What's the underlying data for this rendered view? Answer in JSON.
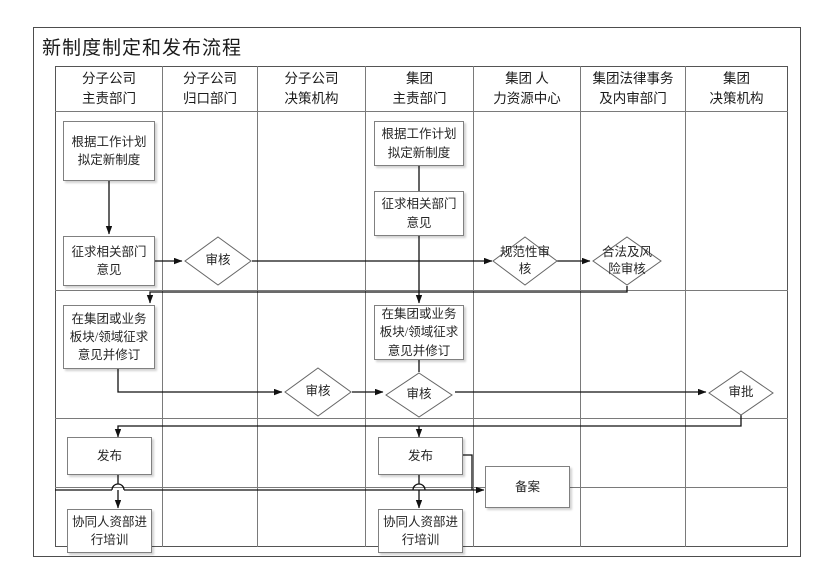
{
  "title": "新制度制定和发布流程",
  "columns": [
    {
      "id": "sub-responsible",
      "lines": [
        "分子公司",
        "主责部门"
      ]
    },
    {
      "id": "sub-centralized",
      "lines": [
        "分子公司",
        "归口部门"
      ]
    },
    {
      "id": "sub-decision",
      "lines": [
        "分子公司",
        "决策机构"
      ]
    },
    {
      "id": "group-responsible",
      "lines": [
        "集团",
        "主责部门"
      ]
    },
    {
      "id": "group-hr",
      "lines": [
        "集团 人",
        "力资源中心"
      ]
    },
    {
      "id": "group-legal-audit",
      "lines": [
        "集团法律事务",
        "及内审部门"
      ]
    },
    {
      "id": "group-decision",
      "lines": [
        "集团",
        "决策机构"
      ]
    }
  ],
  "nodes": {
    "c1_plan": {
      "type": "box",
      "label": "根据工作计划 拟定新制度"
    },
    "c1_solicit": {
      "type": "box",
      "label": "征求相关部门意见"
    },
    "c1_revise": {
      "type": "box",
      "label": "在集团或业务板块/领域征求意见并修订"
    },
    "c1_publish": {
      "type": "box",
      "label": "发布"
    },
    "c1_train": {
      "type": "box",
      "label": "协同人资部进行培训"
    },
    "c2_review": {
      "type": "diamond",
      "label": "审核"
    },
    "c3_review": {
      "type": "diamond",
      "label": "审核"
    },
    "c4_plan": {
      "type": "box",
      "label": "根据工作计划拟定新制度"
    },
    "c4_solicit": {
      "type": "box",
      "label": "征求相关部门意见"
    },
    "c4_revise": {
      "type": "box",
      "label": "在集团或业务板块/领域征求意见并修订"
    },
    "c4_review": {
      "type": "diamond",
      "label": "审核"
    },
    "c4_publish": {
      "type": "box",
      "label": "发布"
    },
    "c4_train": {
      "type": "box",
      "label": "协同人资部进行培训"
    },
    "c5_norm_review": {
      "type": "diamond",
      "label": "规范性审核"
    },
    "c5_record": {
      "type": "box",
      "label": "备案"
    },
    "c6_legal_review": {
      "type": "diamond",
      "label": "合法及风险审核"
    },
    "c7_approve": {
      "type": "diamond",
      "label": "审批"
    }
  }
}
